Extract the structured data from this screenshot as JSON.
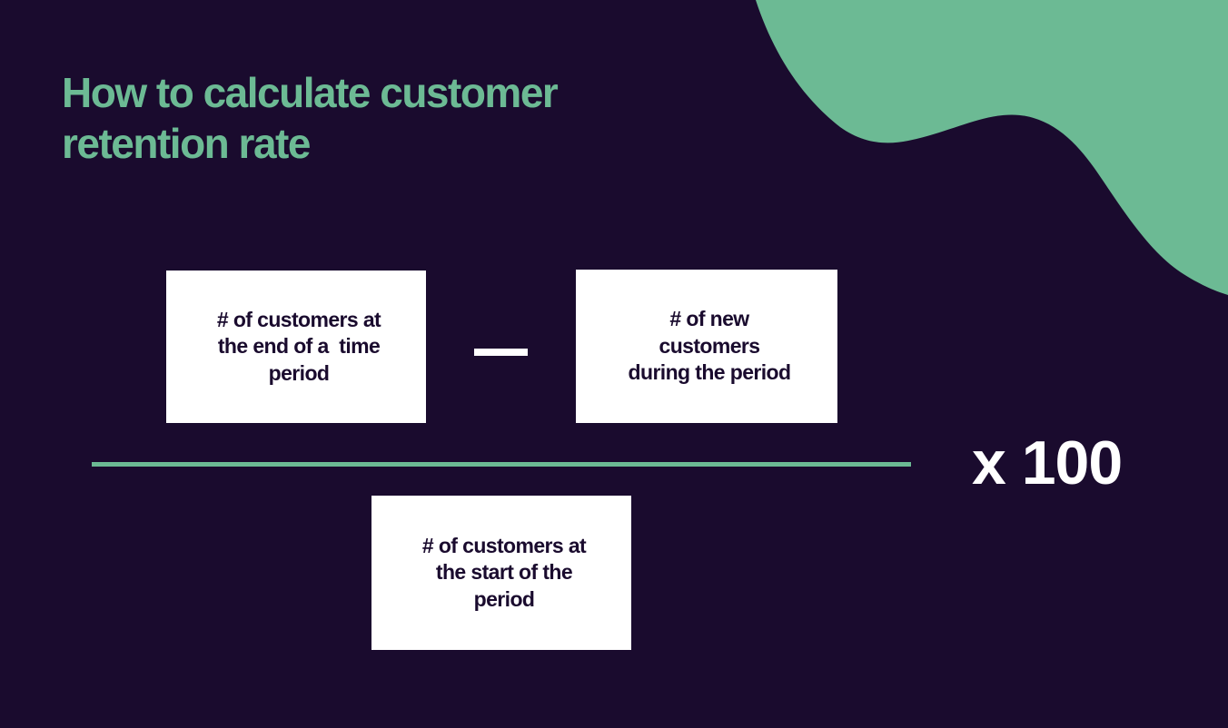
{
  "colors": {
    "background": "#1a0b2e",
    "accent_green": "#6cba94",
    "box_fill": "#ffffff",
    "box_text": "#1a0b2e",
    "multiplier_text": "#ffffff"
  },
  "title": {
    "line1": "How to calculate customer",
    "line2": "retention rate"
  },
  "formula": {
    "numerator": {
      "left_term": {
        "line1": "# of customers at",
        "line2": "the end of a  time",
        "line3": "period"
      },
      "operator": "minus",
      "right_term": {
        "line1": "# of new",
        "line2": "customers",
        "line3": "during the period"
      }
    },
    "denominator": {
      "line1": "# of customers at",
      "line2": "the start of the",
      "line3": "period"
    },
    "multiplier": "x 100"
  }
}
